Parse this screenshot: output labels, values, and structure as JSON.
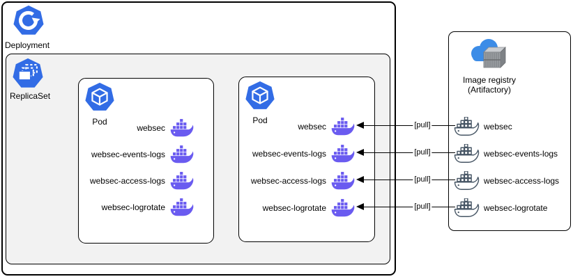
{
  "deployment": {
    "label": "Deployment"
  },
  "replicaset": {
    "label": "ReplicaSet"
  },
  "pods": [
    {
      "label": "Pod",
      "containers": [
        "websec",
        "websec-events-logs",
        "websec-access-logs",
        "websec-logrotate"
      ]
    },
    {
      "label": "Pod",
      "containers": [
        "websec",
        "websec-events-logs",
        "websec-access-logs",
        "websec-logrotate"
      ]
    }
  ],
  "registry": {
    "title": "Image registry",
    "subtitle": "(Artifactory)",
    "images": [
      "websec",
      "websec-events-logs",
      "websec-access-logs",
      "websec-logrotate"
    ]
  },
  "flow": {
    "pull_label": "[pull]"
  },
  "colors": {
    "kubernetes_blue": "#326CE5",
    "docker_purple": "#6A5BF0",
    "docker_outline_gray": "#465564",
    "replicaset_fill": "#F2F2F2",
    "cloud_blue": "#3C8CE7",
    "line_black": "#000000"
  }
}
